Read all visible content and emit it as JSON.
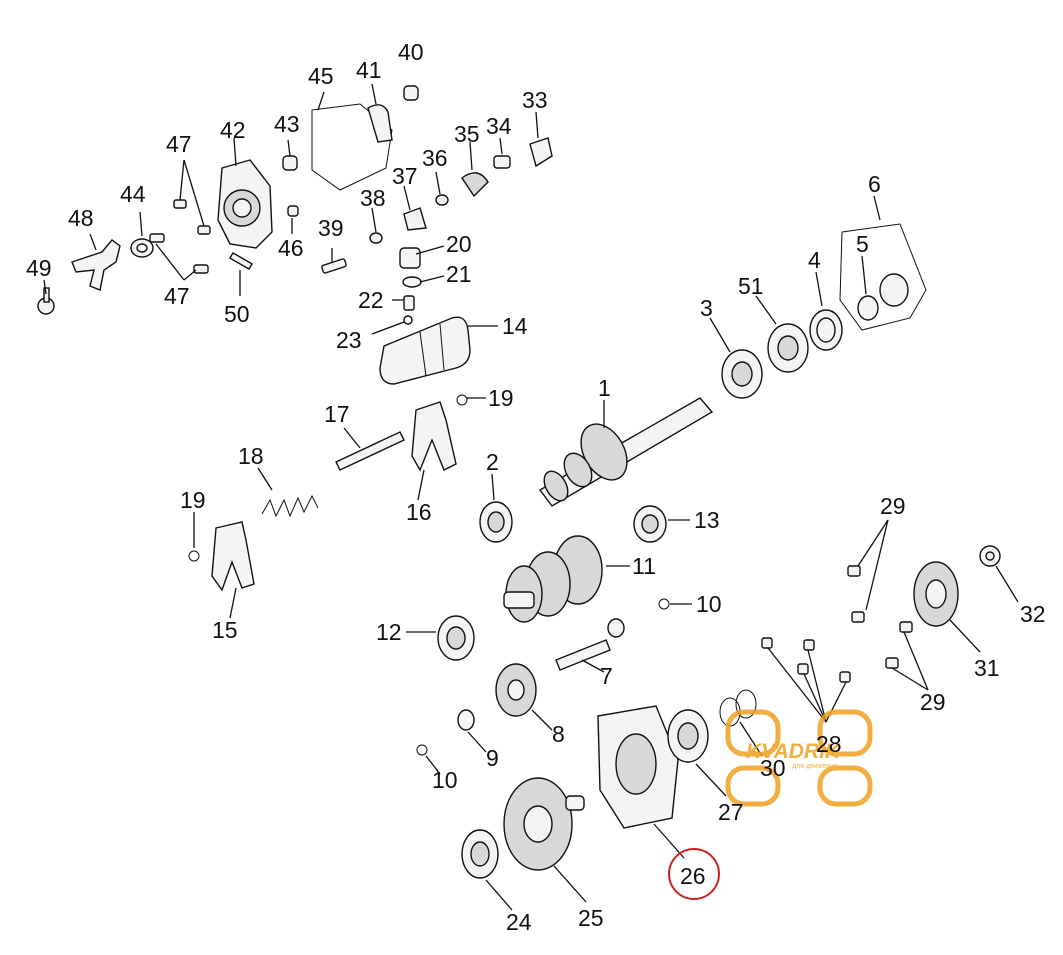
{
  "diagram": {
    "labels": [
      "1",
      "2",
      "3",
      "4",
      "5",
      "6",
      "7",
      "8",
      "9",
      "10",
      "10",
      "11",
      "12",
      "13",
      "14",
      "15",
      "16",
      "17",
      "18",
      "19",
      "19",
      "20",
      "21",
      "22",
      "23",
      "24",
      "25",
      "26",
      "27",
      "28",
      "29",
      "29",
      "30",
      "31",
      "32",
      "33",
      "34",
      "35",
      "36",
      "37",
      "38",
      "39",
      "40",
      "41",
      "42",
      "43",
      "44",
      "45",
      "46",
      "47",
      "47",
      "48",
      "49",
      "50",
      "51"
    ],
    "highlighted_label": "26",
    "highlight_color": "#cc2222"
  },
  "watermark": {
    "brand": "KVADRIK",
    "tagline": "для движения",
    "color": "#f0a020"
  }
}
